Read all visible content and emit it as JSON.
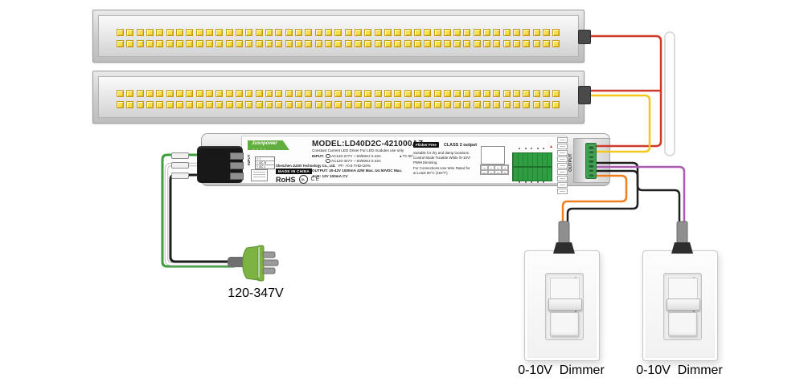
{
  "colors": {
    "red_wire": "#d03a28",
    "yellow_wire": "#f3c71d",
    "orange_wire": "#f07d1f",
    "purple_wire": "#a85bb0",
    "black_wire": "#1f1f1f",
    "green_wire": "#3f9e3f",
    "white_wire": "#ffffff",
    "white_wire_outline": "#b8b8b8",
    "loop_outline": "#dcdcdc",
    "cable_gray": "#8f8f8f",
    "plug_green": "#7cb342",
    "led_yellow": "#f7e049",
    "terminal_green": "#3aa24c",
    "brand_green": "#62ae41"
  },
  "led_bars": {
    "bar_count": 2,
    "rows_per_bar": 2,
    "leds_per_row": 45
  },
  "driver": {
    "brand": "Jusnpower",
    "brand_marks": "▪ ▪ ▪ ▪",
    "input_vertical": "INPUT",
    "output_vertical": "OUTPUT",
    "input_table": [
      "○  ○",
      "○  AC N",
      "○  AC L"
    ],
    "company": "Shenzhen JUSN Technology Co., Ltd.",
    "made_in": "MADE IN CHINA",
    "rohs": "RoHS",
    "ul": "UL",
    "ce": "CE",
    "model_line": "MODEL:LD40D2C-421000AZ",
    "description": "Constant Current LED Driver For LED modules use only",
    "input_label": "INPUT:",
    "input_line1": "AC120-277V ~ 50/60Hz 0.43A",
    "input_line2": "AC120-347V ~ 50/60Hz 0.43A",
    "tc_note": "● TC 90°",
    "pf_line": "PF: >0.9   THD<20%",
    "output_line": "OUTPUT: 30-42V  1000mA 42W Max.   Uo:50VDC Max.",
    "aux_line": "AUX: 12V 100mA  CV",
    "flicker_badge": "Flicker Free",
    "class_line": "CLASS 2 output",
    "right_text": [
      "Suitable for dry and damp locations.",
      "Control Mode:Tunable White /0-10V/",
      "PWM Dimming.",
      "For Connections Use Wire Rated for",
      "at Least 90°C (194°F)"
    ],
    "warn_mark": "▲"
  },
  "plug": {
    "label": "120-347V"
  },
  "dimmers": [
    {
      "label": "0-10V  Dimmer"
    },
    {
      "label": "0-10V  Dimmer"
    }
  ]
}
